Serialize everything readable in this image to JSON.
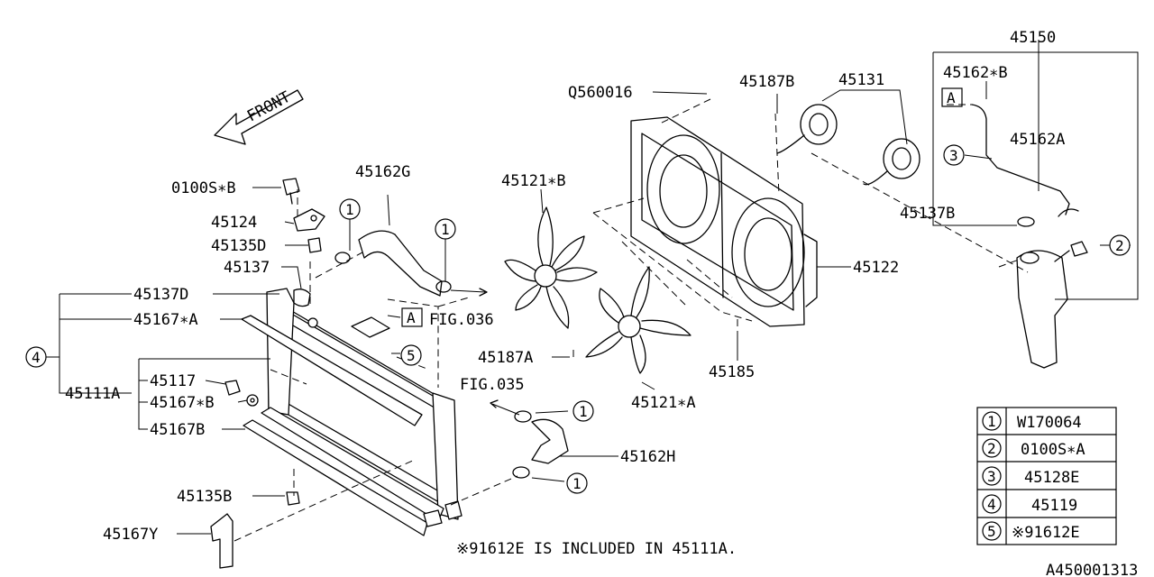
{
  "diagram_id": "A450001313",
  "front_label": "FRONT",
  "note": "※91612E IS INCLUDED IN 45111A.",
  "fig_refs": {
    "fig036": "FIG.036",
    "fig035": "FIG.035",
    "box_a": "A"
  },
  "labels": {
    "p45150": "45150",
    "p45162xb": "45162∗B",
    "p45162a": "45162A",
    "p45137b": "45137B",
    "p45131": "45131",
    "p45187b": "45187B",
    "q560016": "Q560016",
    "p45122": "45122",
    "p45185": "45185",
    "p45187a": "45187A",
    "p45121xb": "45121∗B",
    "p45121xa": "45121∗A",
    "p45162g": "45162G",
    "p0100sxb": "0100S∗B",
    "p45124": "45124",
    "p45135d": "45135D",
    "p45137": "45137",
    "p45137d": "45137D",
    "p45167xa": "45167∗A",
    "p45111a": "45111A",
    "p45117": "45117",
    "p45167xb": "45167∗B",
    "p45167b": "45167B",
    "p45135b": "45135B",
    "p45167y": "45167Y",
    "p45162h": "45162H"
  },
  "callouts": [
    "1",
    "2",
    "3",
    "4",
    "5"
  ],
  "legend": [
    {
      "num": "1",
      "part": "W170064"
    },
    {
      "num": "2",
      "part": "0100S∗A"
    },
    {
      "num": "3",
      "part": "45128E"
    },
    {
      "num": "4",
      "part": "45119"
    },
    {
      "num": "5",
      "part": "※91612E"
    }
  ]
}
